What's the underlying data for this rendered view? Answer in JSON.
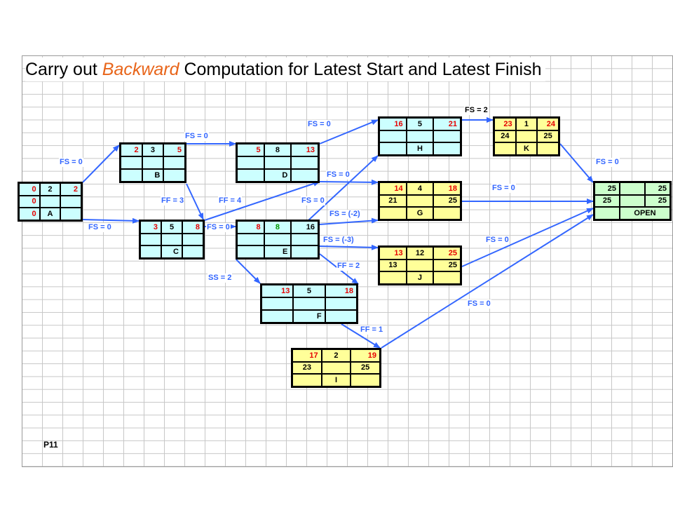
{
  "title": {
    "before": "Carry out ",
    "highlight": "Backward",
    "after": " Computation for Latest Start and Latest Finish"
  },
  "page_label": "P11",
  "colors": {
    "arrow": "#3366ff",
    "early": "#e60000",
    "duration_green": "#009900",
    "cyan": "#ccffff",
    "yellow": "#ffff99",
    "green": "#ccffcc"
  },
  "nodes": {
    "A": {
      "es": "0",
      "dur": "2",
      "ef": "2",
      "ls": "0",
      "lf": "",
      "tf": "0",
      "name": "A"
    },
    "B": {
      "es": "2",
      "dur": "3",
      "ef": "5",
      "ls": "",
      "lf": "",
      "tf": "",
      "name": "B"
    },
    "C": {
      "es": "3",
      "dur": "5",
      "ef": "8",
      "ls": "",
      "lf": "",
      "tf": "",
      "name": "C"
    },
    "D": {
      "es": "5",
      "dur": "8",
      "ef": "13",
      "ls": "",
      "lf": "",
      "tf": "",
      "name": "D"
    },
    "E": {
      "es": "8",
      "dur": "8",
      "ef": "16",
      "ls": "",
      "lf": "",
      "tf": "",
      "name": "E"
    },
    "F": {
      "es": "13",
      "dur": "5",
      "ef": "18",
      "ls": "",
      "lf": "",
      "tf": "",
      "name": "F"
    },
    "H": {
      "es": "16",
      "dur": "5",
      "ef": "21",
      "ls": "",
      "lf": "",
      "tf": "",
      "name": "H"
    },
    "G": {
      "es": "14",
      "dur": "4",
      "ef": "18",
      "ls": "21",
      "lf": "25",
      "tf": "",
      "name": "G"
    },
    "J": {
      "es": "13",
      "dur": "12",
      "ef": "25",
      "ls": "13",
      "lf": "25",
      "tf": "",
      "name": "J"
    },
    "K": {
      "es": "23",
      "dur": "1",
      "ef": "24",
      "ls": "24",
      "lf": "25",
      "tf": "",
      "name": "K"
    },
    "I": {
      "es": "17",
      "dur": "2",
      "ef": "19",
      "ls": "23",
      "lf": "25",
      "tf": "",
      "name": "I"
    },
    "OPEN": {
      "es": "25",
      "dur": "",
      "ef": "25",
      "ls": "25",
      "lf": "25",
      "tf": "",
      "name": "OPEN"
    }
  },
  "links": {
    "a_b": "FS = 0",
    "a_c": "FS = 0",
    "b_d": "FS = 0",
    "b_c": "FF = 3",
    "c_e": "FS = 0",
    "e_d": "FF = 4",
    "d_h": "FS = 0",
    "d_g": "FS = 0",
    "e_h": "FS = 0",
    "e_g": "FS = (-2)",
    "e_j": "FS = (-3)",
    "e_jff": "FF = 2",
    "e_f": "SS = 2",
    "f_i": "FF = 1",
    "h_k": "FS = 2",
    "k_open": "FS = 0",
    "g_open": "FS = 0",
    "j_open": "FS = 0",
    "i_open": "FS = 0"
  }
}
